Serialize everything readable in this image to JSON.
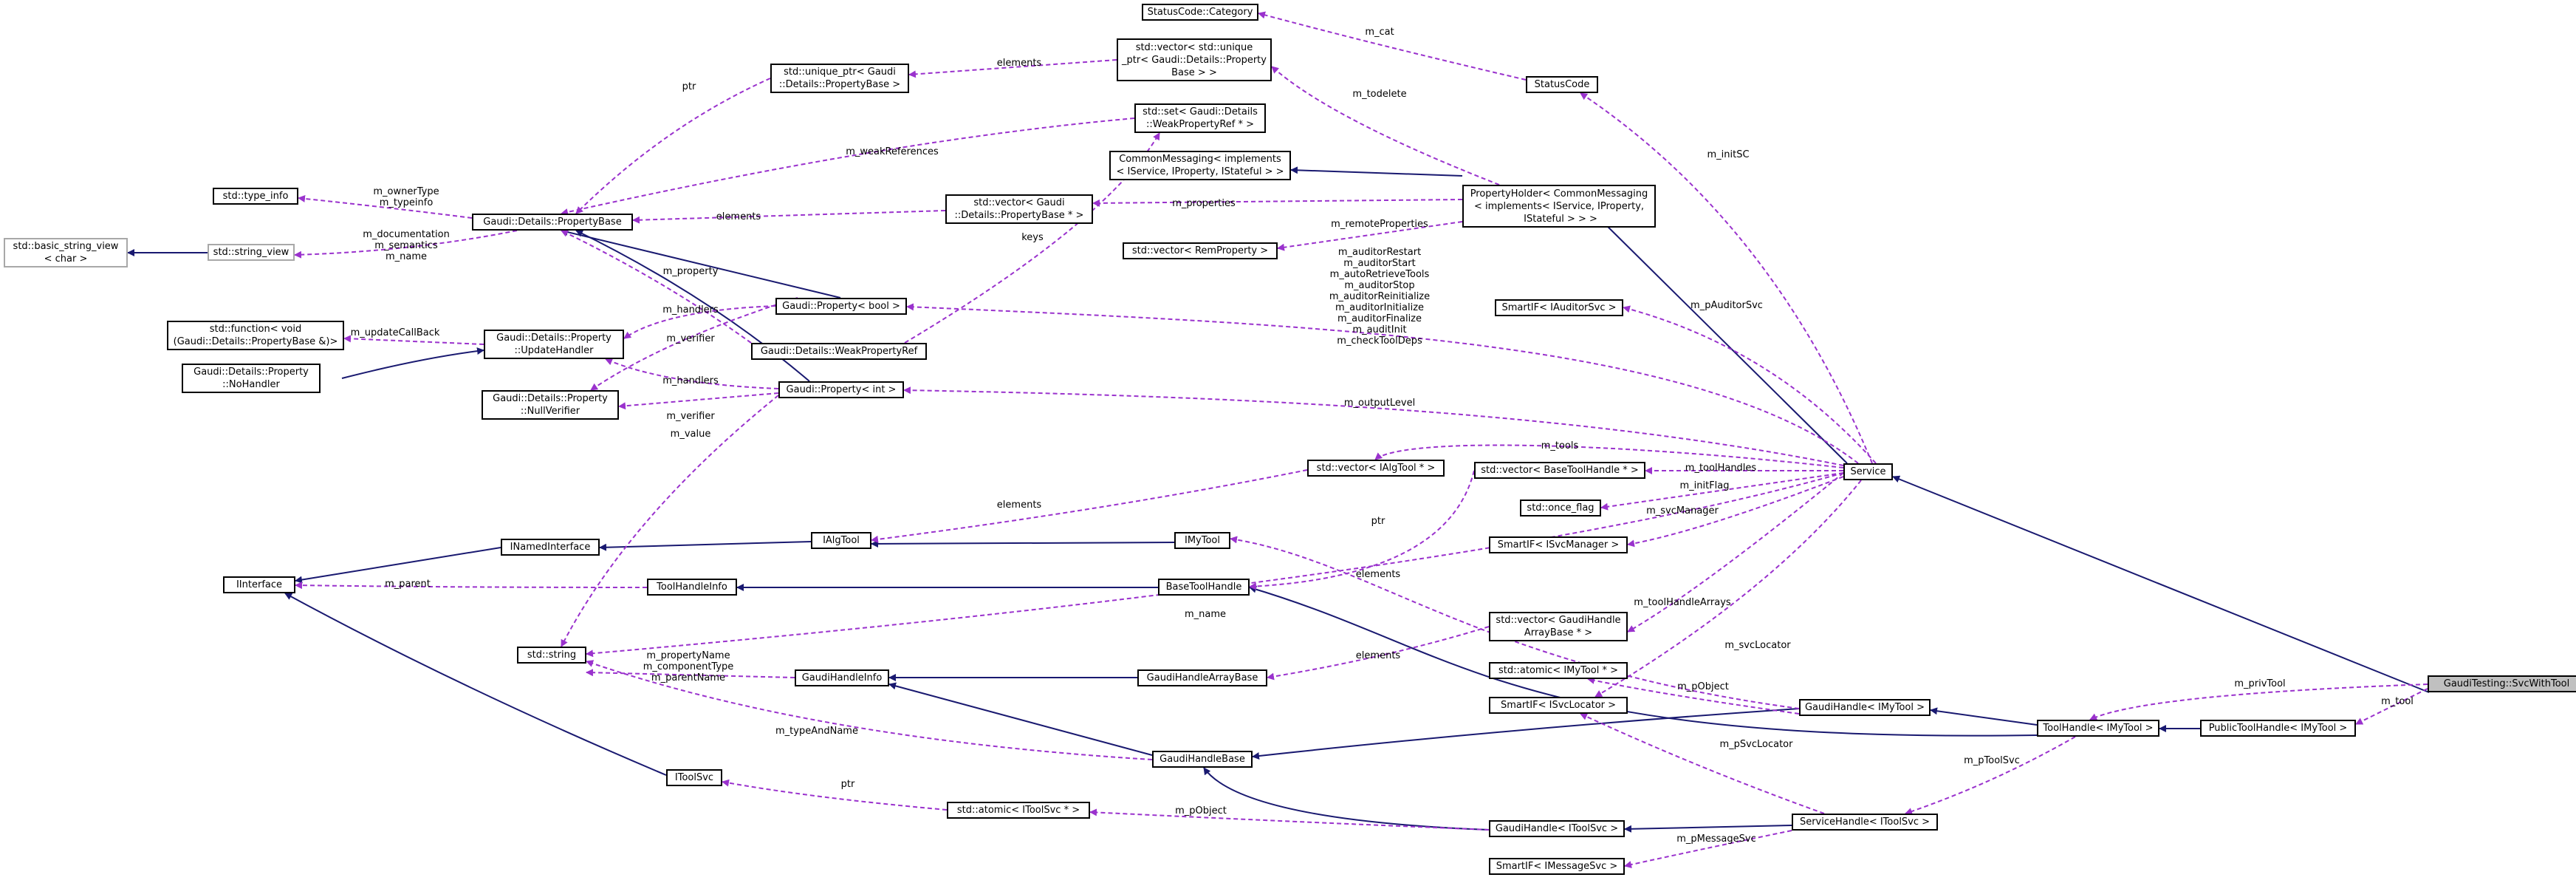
{
  "diagram": {
    "colors": {
      "inheritance": "#191970",
      "usage": "#9a32cd",
      "border": "#000000",
      "grey_border": "#a8a8a8",
      "focus_fill": "#c0c0c0"
    },
    "nodes": {
      "svcwithtool": "GaudiTesting::SvcWithTool",
      "publictoolhandle": "PublicToolHandle< IMyTool >",
      "toolhandle": "ToolHandle< IMyTool >",
      "service": "Service",
      "servicehandle": "ServiceHandle< IToolSvc >",
      "gaudihandle_imytool": "GaudiHandle< IMyTool >",
      "gaudihandle_itoolsvc": "GaudiHandle< IToolSvc >",
      "smartif_imessagesvc": "SmartIF< IMessageSvc >",
      "gaudihandlebase": "GaudiHandleBase",
      "atomic_itoolsvc": "std::atomic< IToolSvc * >",
      "smartif_isvclocator": "SmartIF< ISvcLocator >",
      "atomic_imytool": "std::atomic< IMyTool * >",
      "gaudihandlearraybase": "GaudiHandleArrayBase",
      "gaudihandleinfo": "GaudiHandleInfo",
      "vector_gaudihandlearraybase": "std::vector< GaudiHandle\nArrayBase * >",
      "basetoolhandle": "BaseToolHandle",
      "smartif_isvcmanager": "SmartIF< ISvcManager >",
      "imytool": "IMyTool",
      "ialgtool": "IAlgTool",
      "once_flag": "std::once_flag",
      "vector_basetoolhandle": "std::vector< BaseToolHandle * >",
      "vector_ialgtool": "std::vector< IAlgTool * >",
      "toolhandleinfo": "ToolHandleInfo",
      "inamedinterface": "INamedInterface",
      "iinterface": "IInterface",
      "std_string": "std::string",
      "itoolsvc": "IToolSvc",
      "property_int": "Gaudi::Property< int >",
      "property_bool": "Gaudi::Property< bool >",
      "weakpropertyref": "Gaudi::Details::WeakPropertyRef",
      "nullverifier": "Gaudi::Details::Property\n::NullVerifier",
      "updatehandler": "Gaudi::Details::Property\n::UpdateHandler",
      "nohandler": "Gaudi::Details::Property\n::NoHandler",
      "std_function": "std::function< void\n(Gaudi::Details::PropertyBase &)>",
      "propertybase": "Gaudi::Details::PropertyBase",
      "type_info": "std::type_info",
      "string_view": "std::string_view",
      "basic_string_view": "std::basic_string_view\n< char >",
      "unique_ptr": "std::unique_ptr< Gaudi\n::Details::PropertyBase >",
      "vector_unique_ptr": "std::vector< std::unique\n_ptr< Gaudi::Details::Property\nBase > >",
      "statuscode_category": "StatusCode::Category",
      "statuscode": "StatusCode",
      "set_weakpropertyref": "std::set< Gaudi::Details\n::WeakPropertyRef * >",
      "commonmessaging": "CommonMessaging< implements\n< IService, IProperty, IStateful > >",
      "propertyholder": "PropertyHolder< CommonMessaging\n< implements< IService, IProperty,\n IStateful > > >",
      "vector_propertybase": "std::vector< Gaudi\n::Details::PropertyBase * >",
      "vector_remproperty": "std::vector< RemProperty >",
      "smartif_iauditorsvc": "SmartIF< IAuditorSvc >"
    },
    "edge_labels": {
      "m_privtool": "m_privTool",
      "m_tool": "m_tool",
      "m_ptoolsvc": "m_pToolSvc",
      "m_psvclocator": "m_pSvcLocator",
      "m_pmessagesvc": "m_pMessageSvc",
      "m_svclocator": "m_svcLocator",
      "m_pobject_tool": "m_pObject",
      "m_pobject_svc": "m_pObject",
      "ptr_toolsvc": "ptr",
      "ptr_mytool": "ptr",
      "m_typeandname": "m_typeAndName",
      "m_propertyname": "m_propertyName\nm_componentType\nm_parentName",
      "elements_gha": "elements",
      "m_toolhandlearrays": "m_toolHandleArrays",
      "m_name": "m_name",
      "elements_bth": "elements",
      "m_svcmanager": "m_svcManager",
      "m_initflag": "m_initFlag",
      "m_toolhandles": "m_toolHandles",
      "m_tools": "m_tools",
      "elements_ialg": "elements",
      "m_parent": "m_parent",
      "m_outputlevel": "m_outputLevel",
      "m_auditor_flags": "m_auditorRestart\nm_auditorStart\nm_autoRetrieveTools\nm_auditorStop\nm_auditorReinitialize\nm_auditorInitialize\nm_auditorFinalize\nm_auditInit\nm_checkToolDeps",
      "m_pauditorsvc": "m_pAuditorSvc",
      "m_initsc": "m_initSC",
      "m_cat": "m_cat",
      "m_todelete": "m_todelete",
      "elements_vup": "elements",
      "ptr_unique": "ptr",
      "m_weakreferences": "m_weakReferences",
      "keys": "keys",
      "m_properties": "m_properties",
      "elements_vpb": "elements",
      "m_remoteproperties": "m_remoteProperties",
      "m_ownertype": "m_ownerType\nm_typeinfo",
      "m_documentation": "m_documentation\nm_semantics\nm_name",
      "m_updatecallback": "m_updateCallBack",
      "m_handlers_bool": "m_handlers",
      "m_handlers_int": "m_handlers",
      "m_verifier_bool": "m_verifier",
      "m_verifier_int": "m_verifier",
      "m_property": "m_property",
      "m_value": "m_value"
    }
  }
}
